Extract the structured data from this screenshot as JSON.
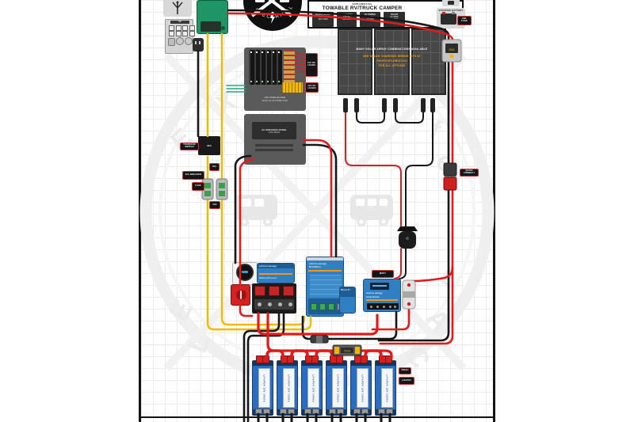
{
  "colors": {
    "wire_red": "#e01b1b",
    "wire_black": "#161616",
    "wire_yellow": "#f5b800",
    "victron_blue": "#2f7fc2",
    "accent_orange": "#f7941d",
    "battery_blue": "#2b6bc0"
  },
  "logo": {
    "arc_text": "ELECTRICAL"
  },
  "title_block": {
    "small": "EXPLORIST.life",
    "main": "TOWABLE RV/TRUCK CAMPER",
    "legend": [
      {
        "heading": "SHORE POWER",
        "line1": "120V AC",
        "line2": "10/3 CORD"
      },
      {
        "heading": "AC WIRING",
        "line1": "120V AC",
        "line2": "12/2 AWG"
      },
      {
        "heading": "DC WIRING",
        "line1": "12V DC",
        "line2": "2/0 AWG"
      },
      {
        "heading": "SOLAR",
        "line1": "PV WIRE",
        "line2": "10 AWG"
      }
    ]
  },
  "solar": {
    "line1": "MANY SOLAR ARRAY COMBINATIONS AVAILABLE",
    "line2": "SEE SOLAR CHARGING WIRING KITS AT",
    "line3": "SHOP.EXPLORIST.life",
    "line4": "FOR ALL OPTIONS"
  },
  "right_side": {
    "starting_battery": "STARTING BATTERY",
    "anl_fuse": "ANL FUSE",
    "breaker": "50A",
    "connector": "QUICK CONNECT"
  },
  "left_side": {
    "transfer_label": "TRANSFER SWITCH",
    "transfer_text": "30A",
    "amp_label_1": "30A",
    "breaker_label": "30A BREAKER",
    "fuse_label": "FUSE",
    "amp_label_2": "30A"
  },
  "panels": {
    "ac_header": "AC",
    "dc_line1": "12V FUSE BLOCK",
    "dc_line2": "MAIN DC DISTRIBUTION",
    "dc_loads_1": "12V DC LOADS",
    "dc_loads_2": "12V DC LOADS",
    "ac2_inner": "AC BREAKER PANEL",
    "ac2_sub": "120V MAIN"
  },
  "devices": {
    "blue_device_brand": "victron energy",
    "blue_device_name": "BatteryProtect",
    "multiplus_brand": "victron energy",
    "multiplus_name": "MultiPlus",
    "orion_name": "Orion-Tr",
    "mppt_brand": "victron energy",
    "mppt_name": "SmartSolar",
    "mppt_label": "MPPT",
    "shunt": "500A"
  },
  "battery_bank": {
    "cell_label": "LiFePO4 12V 100Ah",
    "side_label_1": "600AH",
    "side_label_2": "LiFePO4",
    "count": 6
  }
}
